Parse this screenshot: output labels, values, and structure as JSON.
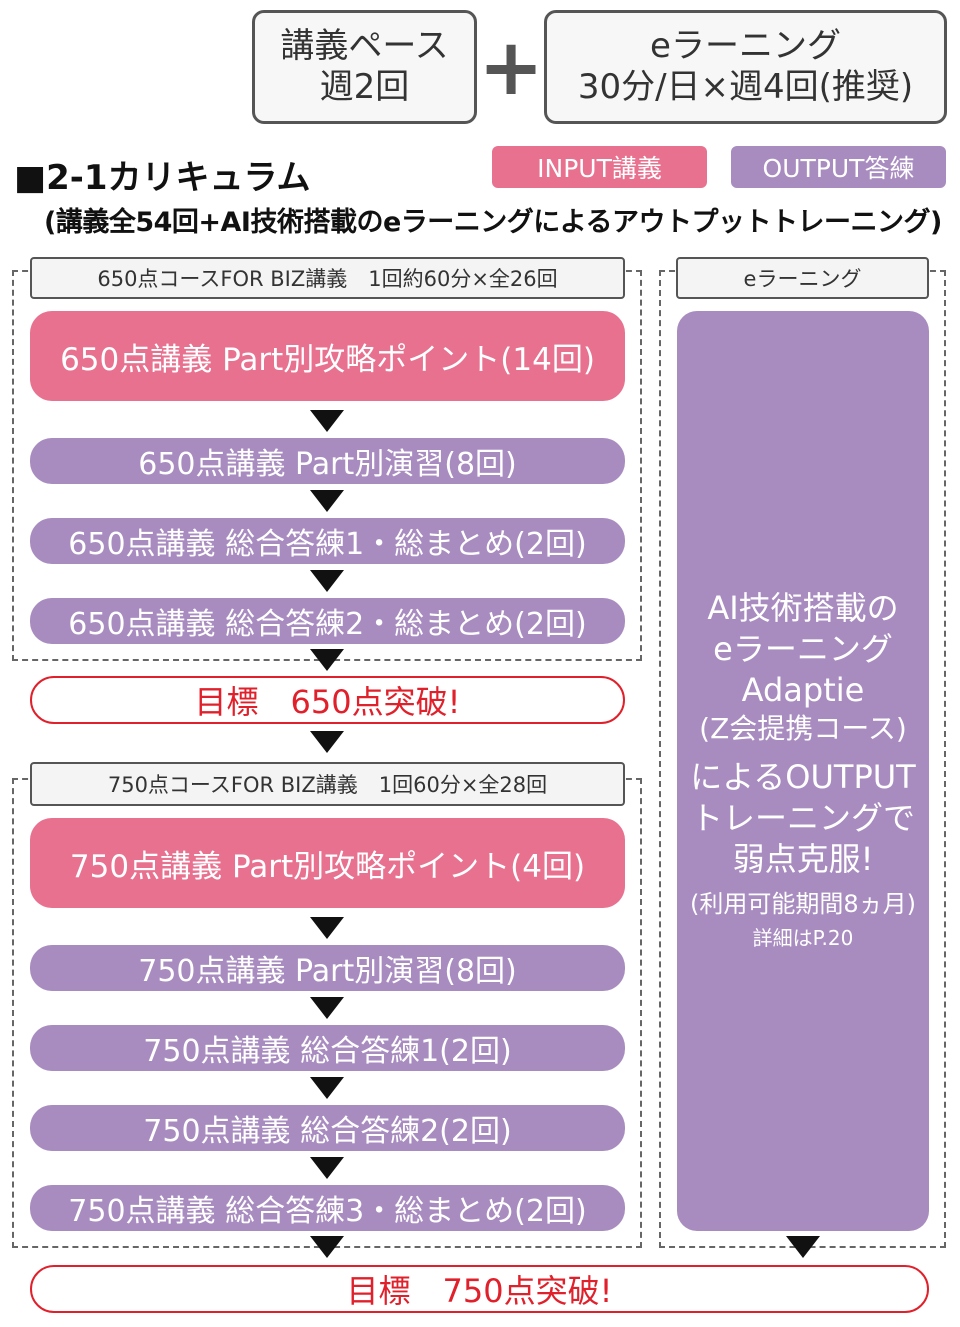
{
  "header": {
    "pace_line1": "講義ペース",
    "pace_line2": "週2回",
    "plus": "+",
    "elearning_line1": "eラーニング",
    "elearning_line2": "30分/日×週4回(推奨)"
  },
  "section": {
    "title": "■2-1カリキュラム",
    "subtitle": "(講義全54回+AI技術搭載のeラーニングによるアウトプットトレーニング)"
  },
  "legend": {
    "input": "INPUT講義",
    "output": "OUTPUT答練"
  },
  "course650": {
    "label": "650点コースFOR BIZ講義　1回約60分×全26回",
    "steps": [
      "650点講義 Part別攻略ポイント(14回)",
      "650点講義 Part別演習(8回)",
      "650点講義 総合答練1・総まとめ(2回)",
      "650点講義 総合答練2・総まとめ(2回)"
    ],
    "goal": "目標　650点突破!"
  },
  "course750": {
    "label": "750点コースFOR BIZ講義　1回60分×全28回",
    "steps": [
      "750点講義 Part別攻略ポイント(4回)",
      "750点講義 Part別演習(8回)",
      "750点講義 総合答練1(2回)",
      "750点講義 総合答練2(2回)",
      "750点講義 総合答練3・総まとめ(2回)"
    ],
    "goal": "目標　750点突破!"
  },
  "elearning": {
    "label": "eラーニング",
    "lines": [
      "AI技術搭載の",
      "eラーニング",
      "Adaptie",
      "(Z会提携コース)",
      "によるOUTPUT",
      "トレーニングで",
      "弱点克服!",
      "(利用可能期間8ヵ月)",
      "詳細はP.20"
    ]
  },
  "colors": {
    "input": "#e8718f",
    "output": "#a88cc0",
    "goal": "#e0202a"
  }
}
